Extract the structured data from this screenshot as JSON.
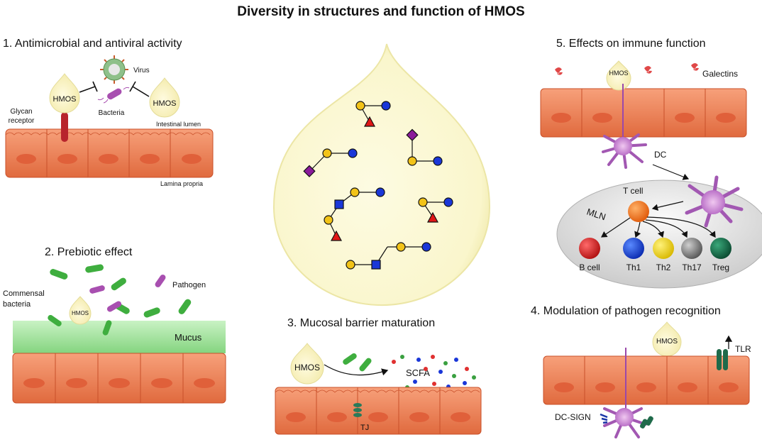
{
  "title": "Diversity in structures and function of HMOS",
  "panel1": {
    "heading": "1. Antimicrobial and antiviral activity",
    "hmos_left": "HMOS",
    "hmos_right": "HMOS",
    "virus": "Virus",
    "bacteria": "Bacteria",
    "glycan_line1": "Glycan",
    "glycan_line2": "receptor",
    "intestinal_lumen": "Intestinal lumen",
    "lamina_propria": "Lamina propria"
  },
  "panel2": {
    "heading": "2. Prebiotic effect",
    "commensal_line1": "Commensal",
    "commensal_line2": "bacteria",
    "hmos": "HMOS",
    "pathogen": "Pathogen",
    "mucus": "Mucus"
  },
  "panel3": {
    "heading": "3. Mucosal barrier maturation",
    "hmos": "HMOS",
    "scfa": "SCFA",
    "tj": "TJ"
  },
  "panel4": {
    "heading": "4. Modulation of pathogen recognition",
    "hmos": "HMOS",
    "tlr": "TLR",
    "dc_sign": "DC-SIGN"
  },
  "panel5": {
    "heading": "5. Effects on immune function",
    "hmos": "HMOS",
    "galectins": "Galectins",
    "dc": "DC",
    "mln": "MLN",
    "t_cell": "T cell",
    "b_cell": "B cell",
    "th1": "Th1",
    "th2": "Th2",
    "th17": "Th17",
    "treg": "Treg"
  },
  "colors": {
    "epithelium": "#f0845c",
    "epithelium_dark": "#c9502a",
    "nucleus": "#e0603a",
    "drop": "#fdf9d8",
    "drop_edge": "#ece6a6",
    "mucus": "#9de09a",
    "galactose": "#f2c318",
    "glucose": "#1a37d8",
    "fucose": "#e01616",
    "sialic": "#8a1a9a",
    "glcnac": "#1a37d8"
  },
  "icons": [
    "virus-icon",
    "bacteria-icon",
    "dendritic-cell-icon",
    "galectin-icon",
    "tlr-receptor-icon"
  ]
}
